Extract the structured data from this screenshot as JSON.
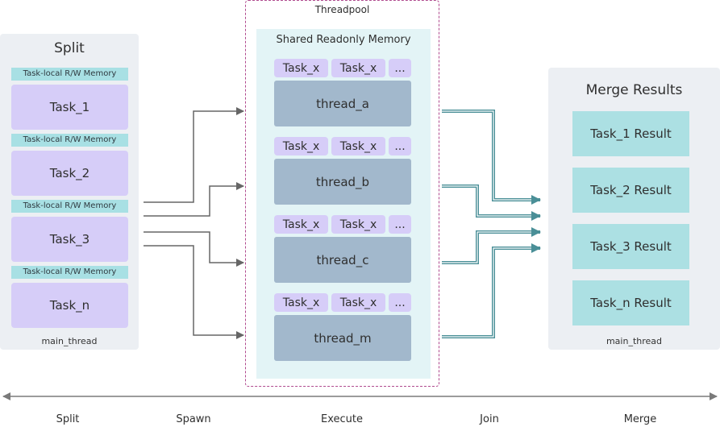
{
  "split": {
    "title": "Split",
    "memory_label": "Task-local R/W Memory",
    "tasks": [
      "Task_1",
      "Task_2",
      "Task_3",
      "Task_n"
    ],
    "footer": "main_thread"
  },
  "threadpool": {
    "title": "Threadpool",
    "shared_memory": "Shared Readonly Memory",
    "queue_task": "Task_x",
    "queue_more": "...",
    "threads": [
      "thread_a",
      "thread_b",
      "thread_c",
      "thread_m"
    ]
  },
  "merge": {
    "title": "Merge Results",
    "results": [
      "Task_1 Result",
      "Task_2 Result",
      "Task_3 Result",
      "Task_n Result"
    ],
    "footer": "main_thread"
  },
  "timeline": {
    "stages": [
      "Split",
      "Spawn",
      "Execute",
      "Join",
      "Merge"
    ]
  },
  "colors": {
    "spawn_arrow": "#666666",
    "join_arrow": "#4a8f97",
    "pool_border": "#b04a8e"
  }
}
